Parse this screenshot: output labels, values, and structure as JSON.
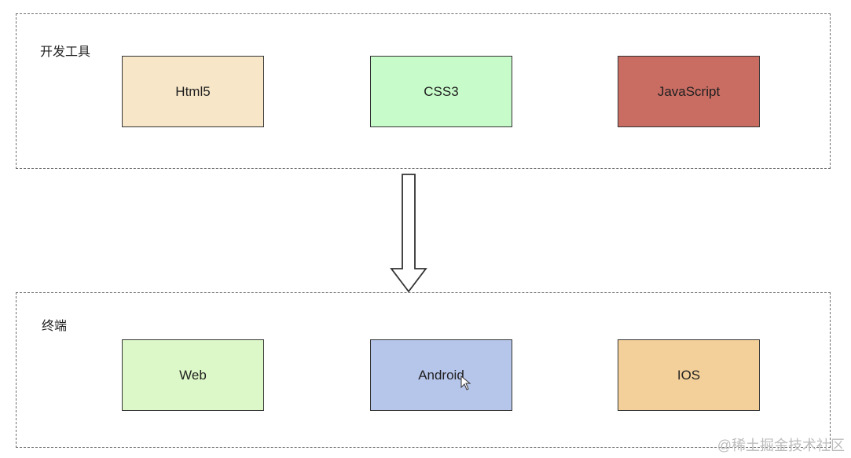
{
  "top_group": {
    "title": "开发工具",
    "nodes": [
      {
        "label": "Html5",
        "color": "#f7e6c8"
      },
      {
        "label": "CSS3",
        "color": "#c7fcca"
      },
      {
        "label": "JavaScript",
        "color": "#c96d63"
      }
    ]
  },
  "bottom_group": {
    "title": "终端",
    "nodes": [
      {
        "label": "Web",
        "color": "#ddf8c8"
      },
      {
        "label": "Android",
        "color": "#b6c5ea"
      },
      {
        "label": "IOS",
        "color": "#f3d09a"
      }
    ]
  },
  "connector": {
    "type": "hollow-down-arrow",
    "from": "top_group",
    "to": "bottom_group"
  },
  "watermark": "@稀土掘金技术社区"
}
